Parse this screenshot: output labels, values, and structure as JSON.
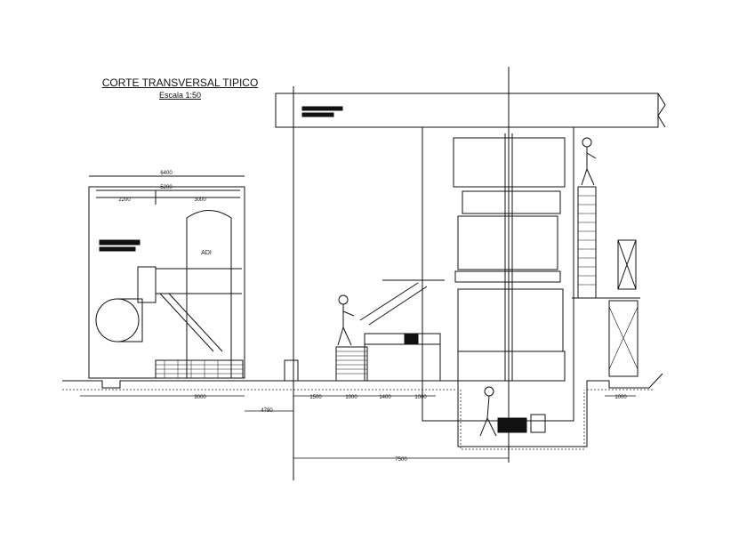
{
  "title": "CORTE TRANSVERSAL TIPICO",
  "scale_label": "Escala 1:50",
  "tank_label": "ADI",
  "dimensions": {
    "overall_width": "6400",
    "inner_width": "5200",
    "left_span": "2200",
    "right_span": "3000",
    "base_run": "3000",
    "offset": "4790",
    "step_a": "1500",
    "step_b": "1000",
    "step_c": "1400",
    "step_d": "1000",
    "total_run": "7500",
    "right_run": "1000"
  },
  "colors": {
    "line": "#111111",
    "hatch": "#333333",
    "ground": "#555555"
  }
}
